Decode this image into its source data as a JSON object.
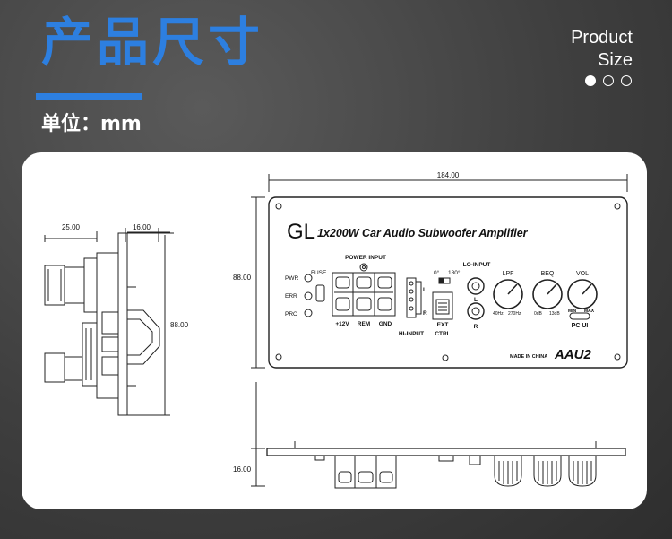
{
  "header": {
    "title": "产品尺寸",
    "unit": "单位：mm",
    "product_line1": "Product",
    "product_line2": "Size",
    "accent_color": "#2d7fe0"
  },
  "pagination": {
    "total": 3,
    "active": 0
  },
  "drawing": {
    "dims": {
      "side_depth": "25.00",
      "side_plate": "16.00",
      "side_height": "88.00",
      "front_width": "184.00",
      "front_height": "88.00",
      "bottom_height": "16.00"
    },
    "logo": "GL",
    "product_name": "1x200W Car Audio Subwoofer Amplifier",
    "labels": {
      "power_input": "POWER INPUT",
      "fuse": "FUSE",
      "pwr": "PWR",
      "err": "ERR",
      "pro": "PRO",
      "plus12v": "+12V",
      "rem": "REM",
      "gnd": "GND",
      "hi_input": "HI-INPUT",
      "hi_l": "L",
      "hi_r": "R",
      "phase_0": "0°",
      "phase_180": "180°",
      "lo_input": "LO-INPUT",
      "lo_l": "L",
      "lo_r": "R",
      "ext": "EXT",
      "ctrl": "CTRL",
      "lpf": "LPF",
      "beq": "BEQ",
      "vol": "VOL",
      "lpf_min": "40Hz",
      "lpf_max": "270Hz",
      "beq_min": "0dB",
      "beq_max": "13dB",
      "vol_min": "MIN",
      "vol_max": "MAX",
      "pc_ui": "PC UI",
      "made_in": "MADE IN CHINA",
      "model": "AAU2"
    }
  }
}
